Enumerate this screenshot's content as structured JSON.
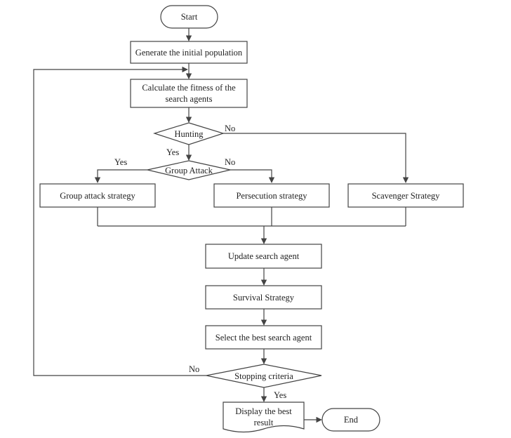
{
  "nodes": {
    "start": "Start",
    "generate": "Generate the initial population",
    "fitness_l1": "Calculate the fitness of the",
    "fitness_l2": "search agents",
    "hunting": "Hunting",
    "group_attack_decision": "Group Attack",
    "group_attack_strategy": "Group attack strategy",
    "persecution": "Persecution strategy",
    "scavenger": "Scavenger Strategy",
    "update": "Update search agent",
    "survival": "Survival Strategy",
    "select_best": "Select the best search agent",
    "stopping": "Stopping criteria",
    "display_l1": "Display the best",
    "display_l2": "result",
    "end": "End"
  },
  "edge_labels": {
    "hunting_no": "No",
    "hunting_yes": "Yes",
    "group_yes": "Yes",
    "group_no": "No",
    "stopping_no": "No",
    "stopping_yes": "Yes"
  }
}
